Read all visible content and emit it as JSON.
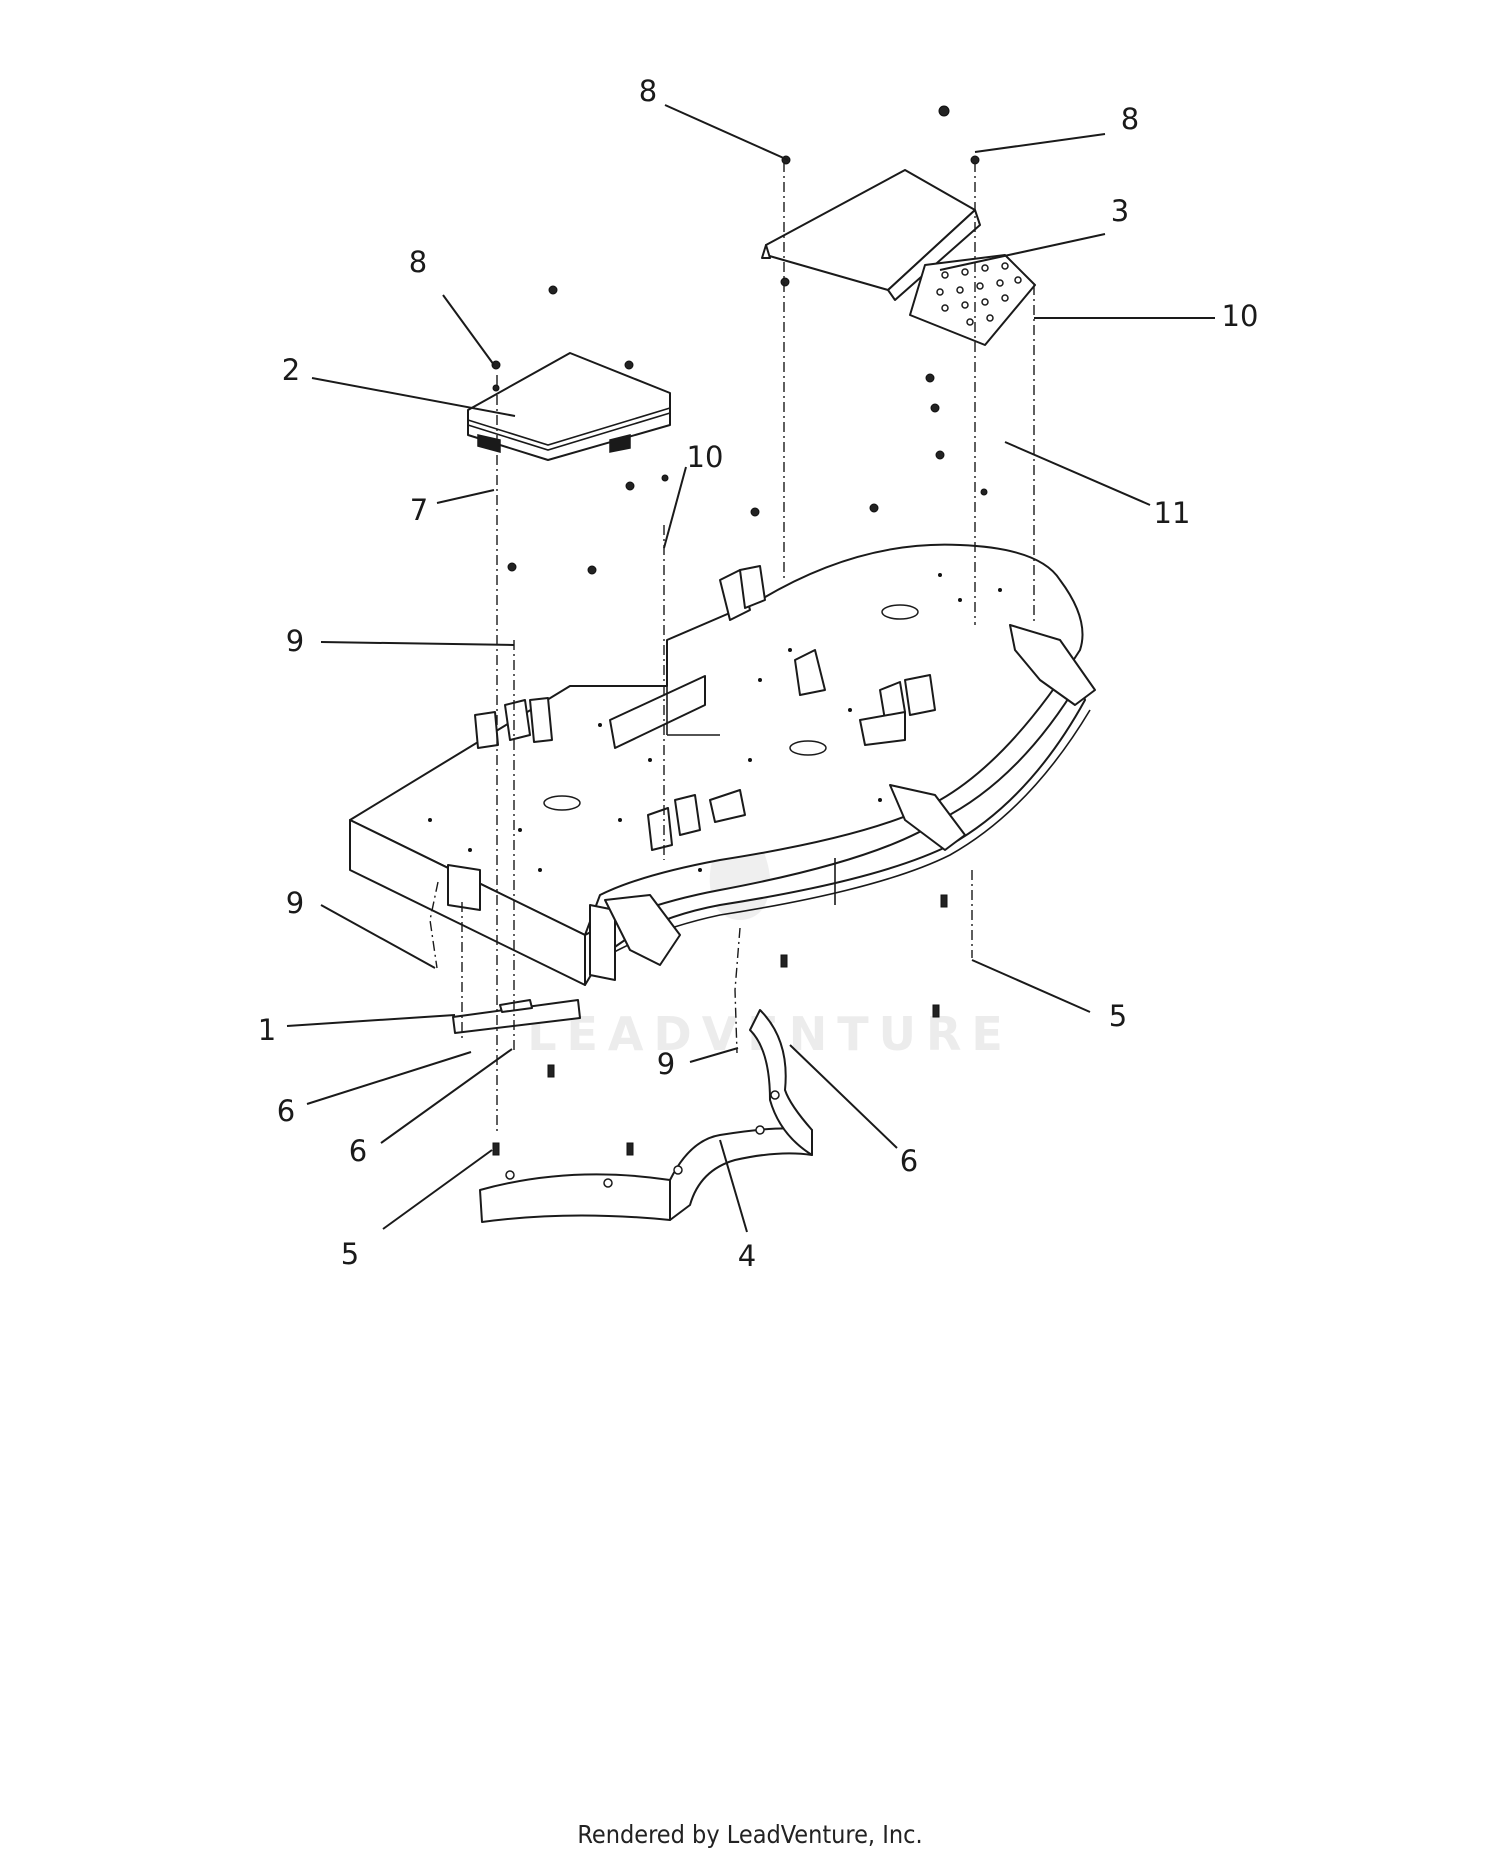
{
  "callouts": [
    {
      "id": "c1",
      "label": "1"
    },
    {
      "id": "c2",
      "label": "2"
    },
    {
      "id": "c3",
      "label": "3"
    },
    {
      "id": "c4",
      "label": "4"
    },
    {
      "id": "c5a",
      "label": "5"
    },
    {
      "id": "c5b",
      "label": "5"
    },
    {
      "id": "c6a",
      "label": "6"
    },
    {
      "id": "c6b",
      "label": "6"
    },
    {
      "id": "c6c",
      "label": "6"
    },
    {
      "id": "c7",
      "label": "7"
    },
    {
      "id": "c8a",
      "label": "8"
    },
    {
      "id": "c8b",
      "label": "8"
    },
    {
      "id": "c8c",
      "label": "8"
    },
    {
      "id": "c9a",
      "label": "9"
    },
    {
      "id": "c9b",
      "label": "9"
    },
    {
      "id": "c9c",
      "label": "9"
    },
    {
      "id": "c10a",
      "label": "10"
    },
    {
      "id": "c10b",
      "label": "10"
    },
    {
      "id": "c11",
      "label": "11"
    }
  ],
  "watermark": "LEADVENTURE",
  "footer": "Rendered by LeadVenture, Inc."
}
